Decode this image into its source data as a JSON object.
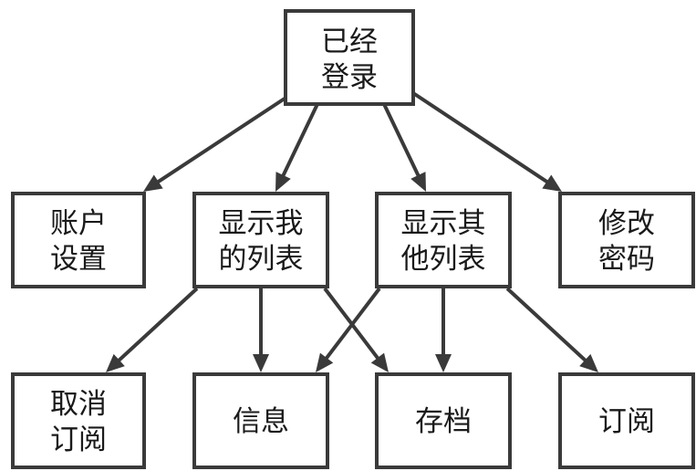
{
  "nodes": [
    {
      "id": "logged-in",
      "lines": [
        "已经",
        "登录"
      ]
    },
    {
      "id": "account-settings",
      "lines": [
        "账户",
        "设置"
      ]
    },
    {
      "id": "show-my-list",
      "lines": [
        "显示我",
        "的列表"
      ]
    },
    {
      "id": "show-other-list",
      "lines": [
        "显示其",
        "他列表"
      ]
    },
    {
      "id": "change-password",
      "lines": [
        "修改",
        "密码"
      ]
    },
    {
      "id": "unsubscribe",
      "lines": [
        "取消",
        "订阅"
      ]
    },
    {
      "id": "info",
      "lines": [
        "信息"
      ]
    },
    {
      "id": "archive",
      "lines": [
        "存档"
      ]
    },
    {
      "id": "subscribe",
      "lines": [
        "订阅"
      ]
    }
  ],
  "edges": [
    {
      "from": "logged-in",
      "to": "account-settings"
    },
    {
      "from": "logged-in",
      "to": "show-my-list"
    },
    {
      "from": "logged-in",
      "to": "show-other-list"
    },
    {
      "from": "logged-in",
      "to": "change-password"
    },
    {
      "from": "show-my-list",
      "to": "unsubscribe"
    },
    {
      "from": "show-my-list",
      "to": "info"
    },
    {
      "from": "show-my-list",
      "to": "archive"
    },
    {
      "from": "show-other-list",
      "to": "info"
    },
    {
      "from": "show-other-list",
      "to": "archive"
    },
    {
      "from": "show-other-list",
      "to": "subscribe"
    }
  ],
  "colors": {
    "stroke": "#3a3a3a",
    "text": "#1a1a1a",
    "background": "#ffffff"
  }
}
